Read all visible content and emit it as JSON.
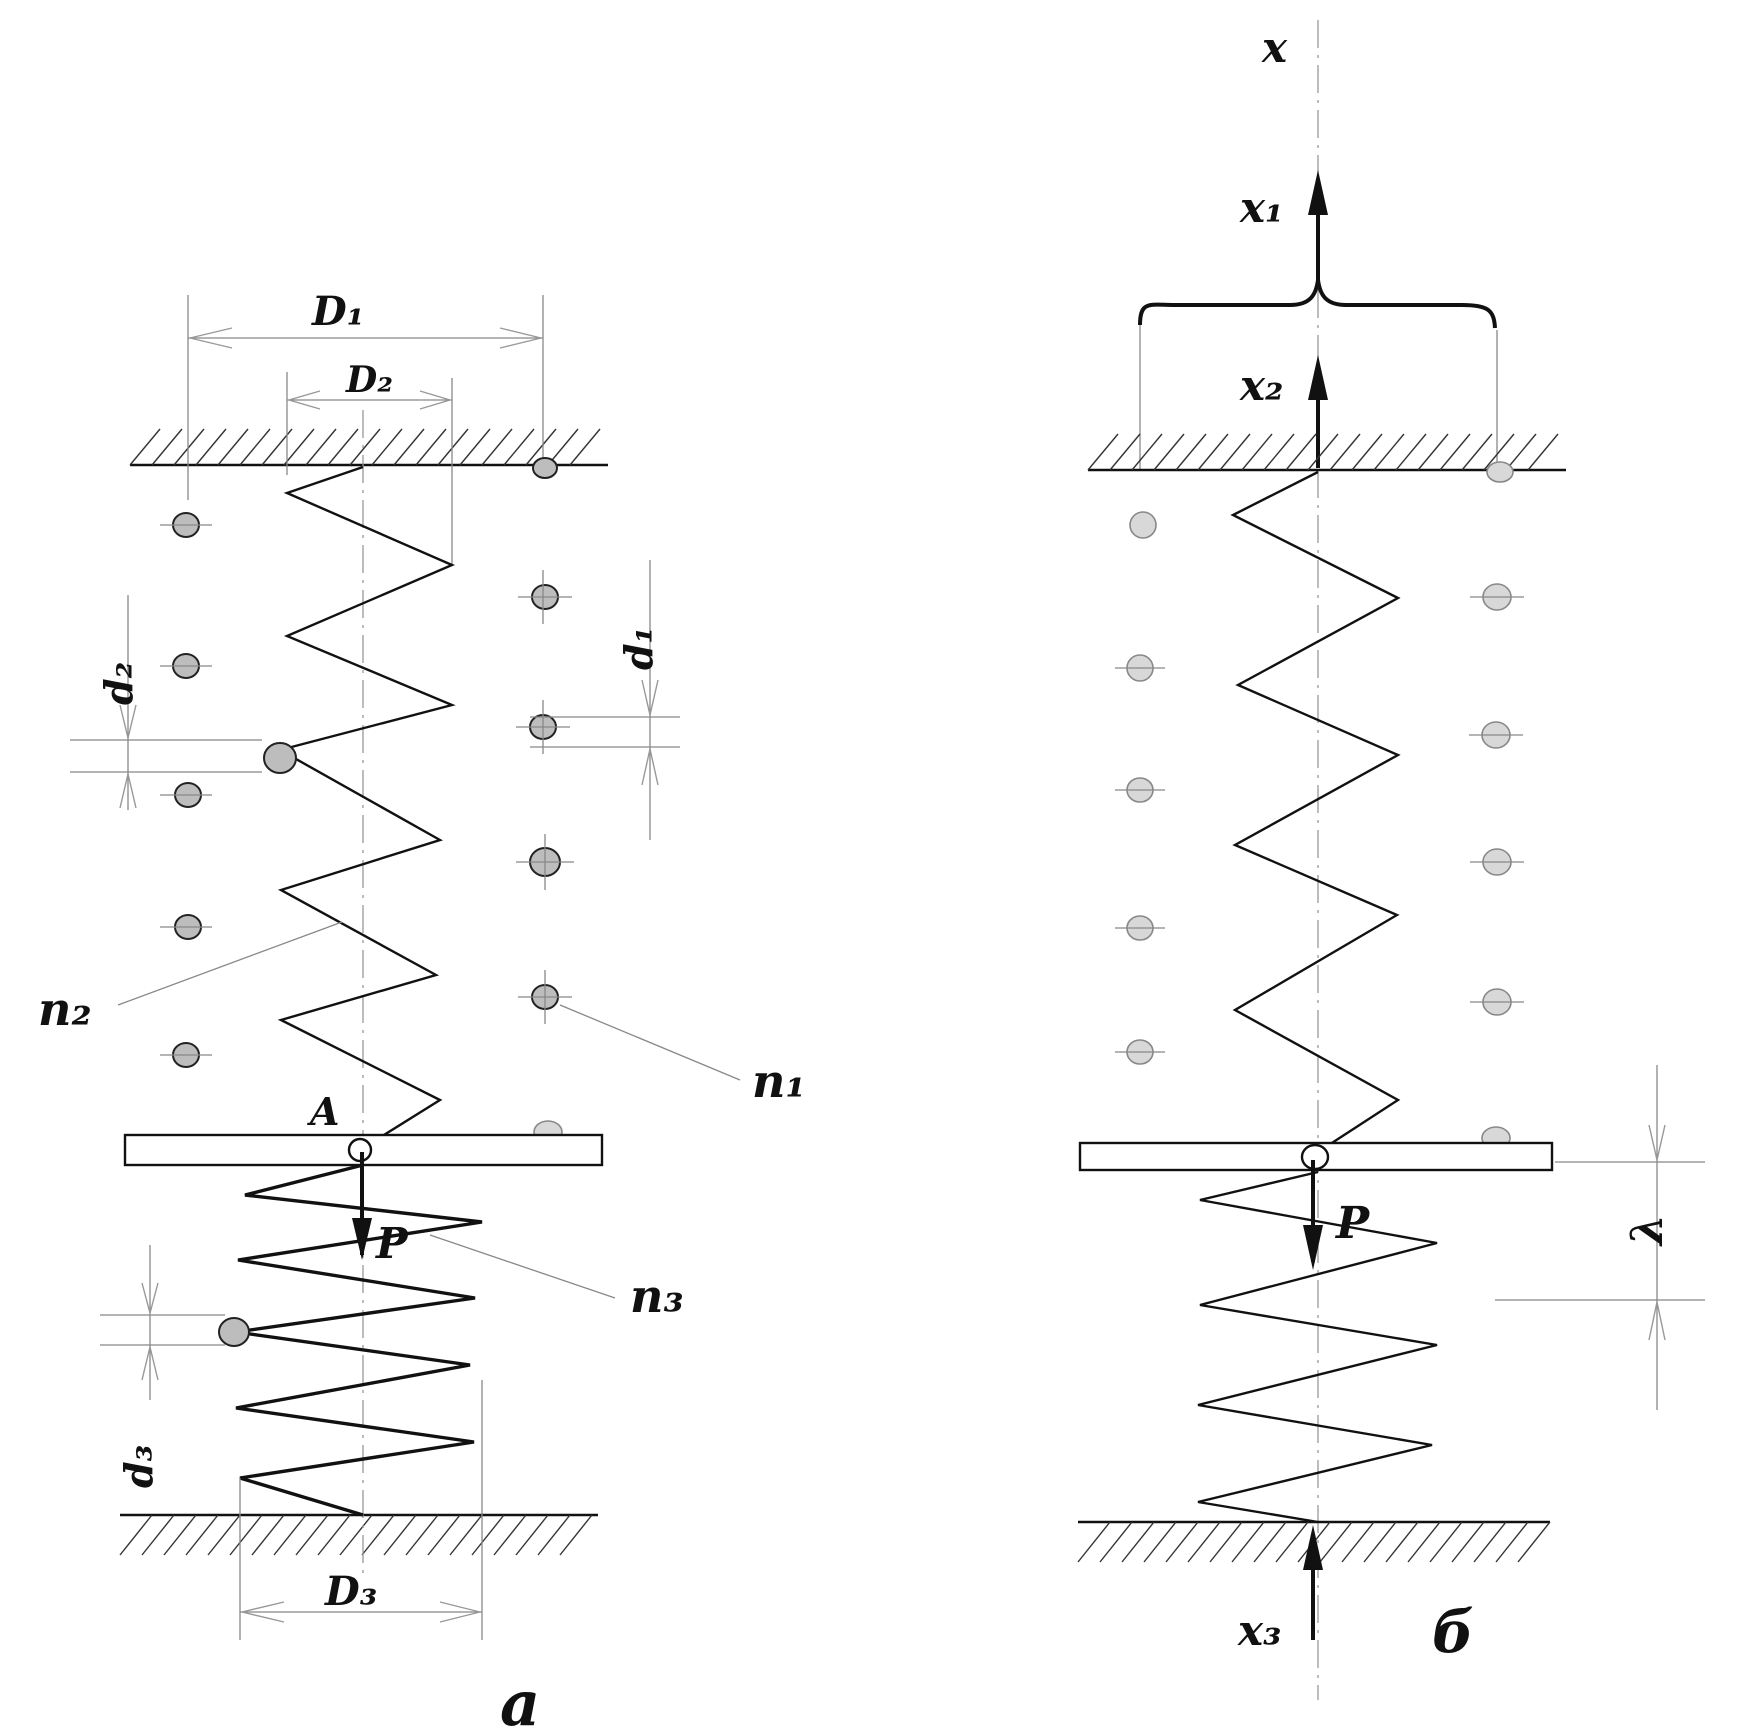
{
  "figure_a": {
    "caption": "a",
    "labels": {
      "D1": "D₁",
      "D2": "D₂",
      "D3": "D₃",
      "d1": "d₁",
      "d2": "d₂",
      "d3": "d₃",
      "n1": "n₁",
      "n2": "n₂",
      "n3": "n₃",
      "A": "A",
      "P": "P"
    }
  },
  "figure_b": {
    "caption": "б",
    "labels": {
      "x": "x",
      "x1": "x₁",
      "x2": "x₂",
      "x3": "x₃",
      "P": "P",
      "lambda": "λ"
    }
  }
}
